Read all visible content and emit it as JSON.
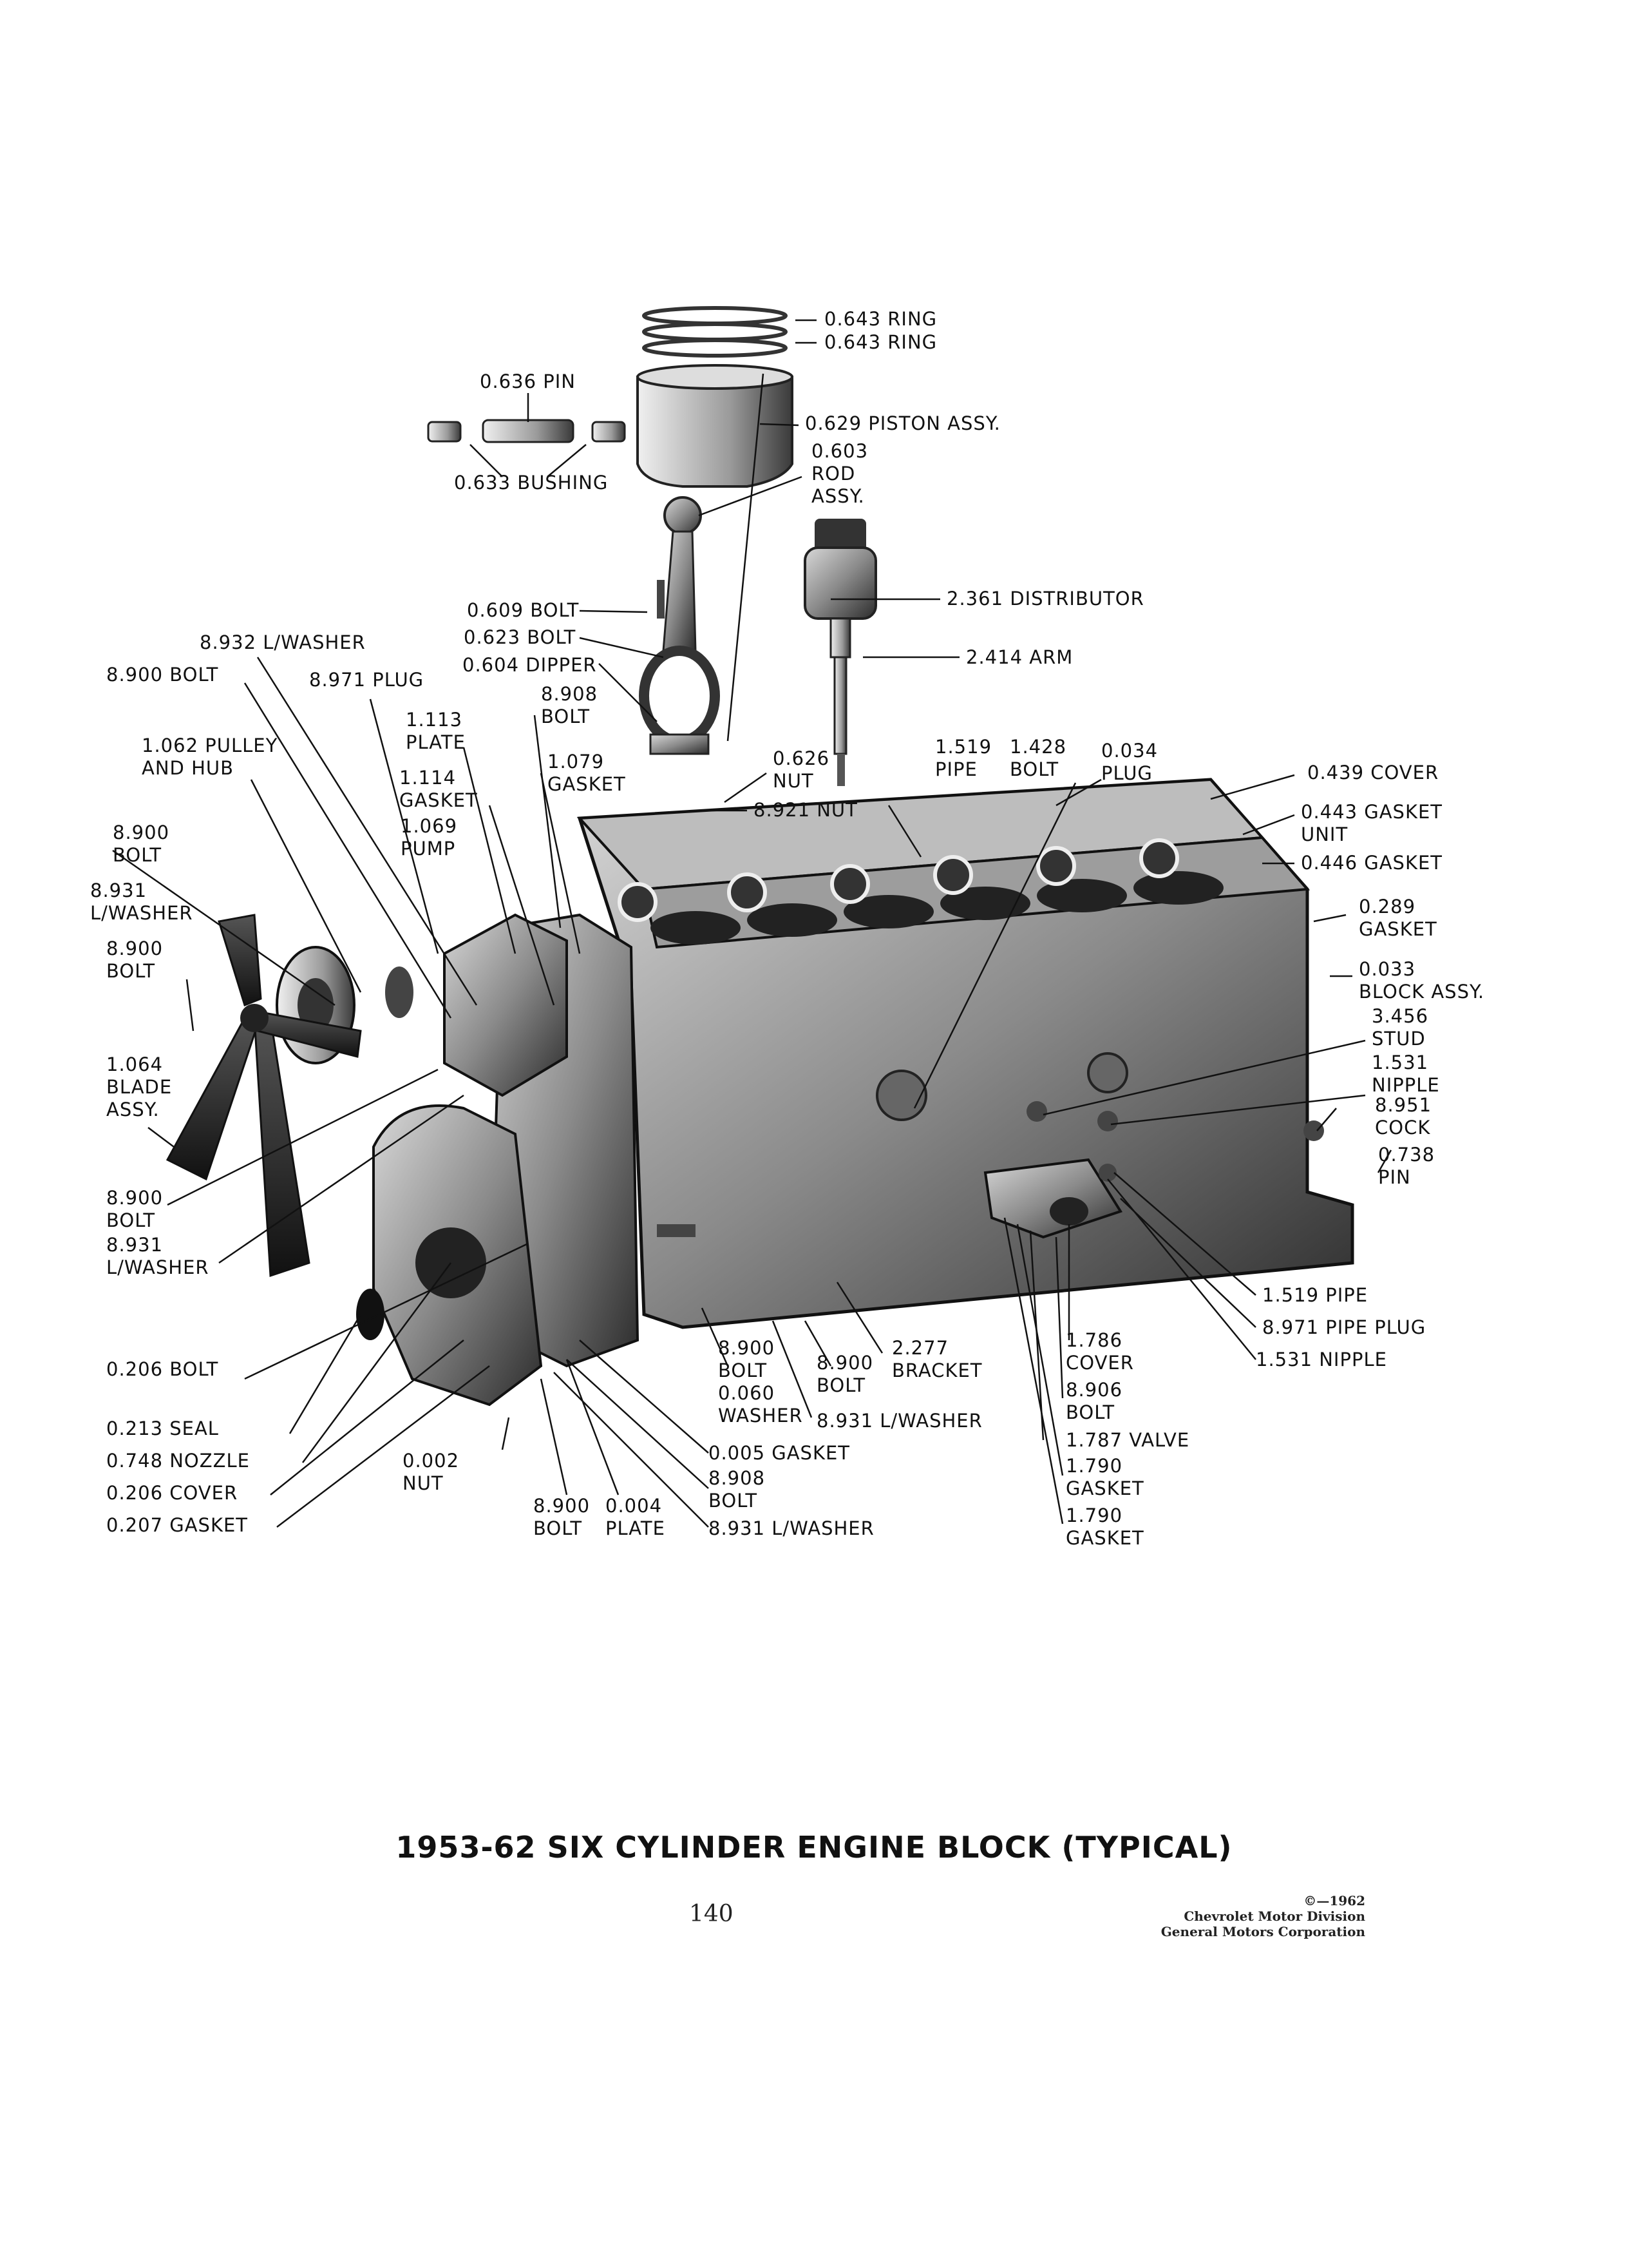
{
  "title": "1953-62 SIX CYLINDER ENGINE BLOCK (TYPICAL)",
  "page_number": "140",
  "copyright": [
    "©—1962",
    "Chevrolet Motor Division",
    "General Motors Corporation"
  ],
  "callouts": [
    {
      "id": "ring-1",
      "lines": [
        "0.643 RING"
      ]
    },
    {
      "id": "ring-2",
      "lines": [
        "0.643 RING"
      ]
    },
    {
      "id": "pin-636",
      "lines": [
        "0.636 PIN"
      ]
    },
    {
      "id": "piston-assy",
      "lines": [
        "0.629 PISTON ASSY."
      ]
    },
    {
      "id": "bushing",
      "lines": [
        "0.633 BUSHING"
      ]
    },
    {
      "id": "rod-assy",
      "lines": [
        "0.603",
        "ROD",
        "ASSY."
      ]
    },
    {
      "id": "distributor",
      "lines": [
        "2.361 DISTRIBUTOR"
      ]
    },
    {
      "id": "bolt-609",
      "lines": [
        "0.609 BOLT"
      ]
    },
    {
      "id": "bolt-623",
      "lines": [
        "0.623 BOLT"
      ]
    },
    {
      "id": "dipper",
      "lines": [
        "0.604 DIPPER"
      ]
    },
    {
      "id": "arm",
      "lines": [
        "2.414 ARM"
      ]
    },
    {
      "id": "lwasher-8932",
      "lines": [
        "8.932 L/WASHER"
      ]
    },
    {
      "id": "bolt-8900-top",
      "lines": [
        "8.900 BOLT"
      ]
    },
    {
      "id": "plug-8971",
      "lines": [
        "8.971 PLUG"
      ]
    },
    {
      "id": "bolt-8908-top",
      "lines": [
        "8.908",
        "BOLT"
      ]
    },
    {
      "id": "plate-1113",
      "lines": [
        "1.113",
        "PLATE"
      ]
    },
    {
      "id": "pulley-hub",
      "lines": [
        "1.062 PULLEY",
        "AND HUB"
      ]
    },
    {
      "id": "gasket-1079",
      "lines": [
        "1.079",
        "GASKET"
      ]
    },
    {
      "id": "nut-626",
      "lines": [
        "0.626",
        "NUT"
      ]
    },
    {
      "id": "pipe-1519-top",
      "lines": [
        "1.519",
        "PIPE"
      ]
    },
    {
      "id": "bolt-1428",
      "lines": [
        "1.428",
        "BOLT"
      ]
    },
    {
      "id": "plug-034",
      "lines": [
        "0.034",
        "PLUG"
      ]
    },
    {
      "id": "cover-439",
      "lines": [
        "0.439 COVER"
      ]
    },
    {
      "id": "gasket-1114",
      "lines": [
        "1.114",
        "GASKET"
      ]
    },
    {
      "id": "pump-1069",
      "lines": [
        "1.069",
        "PUMP"
      ]
    },
    {
      "id": "nut-8921",
      "lines": [
        "8.921 NUT"
      ]
    },
    {
      "id": "gasket-unit-443",
      "lines": [
        "0.443 GASKET",
        "UNIT"
      ]
    },
    {
      "id": "bolt-8900-left",
      "lines": [
        "8.900",
        "BOLT"
      ]
    },
    {
      "id": "gasket-446",
      "lines": [
        "0.446 GASKET"
      ]
    },
    {
      "id": "lwasher-8931-left",
      "lines": [
        "8.931",
        "L/WASHER"
      ]
    },
    {
      "id": "gasket-289",
      "lines": [
        "0.289",
        "GASKET"
      ]
    },
    {
      "id": "bolt-8900-left2",
      "lines": [
        "8.900",
        "BOLT"
      ]
    },
    {
      "id": "block-assy",
      "lines": [
        "0.033",
        "BLOCK ASSY."
      ]
    },
    {
      "id": "stud-3456",
      "lines": [
        "3.456",
        "STUD"
      ]
    },
    {
      "id": "blade-assy",
      "lines": [
        "1.064",
        "BLADE",
        "ASSY."
      ]
    },
    {
      "id": "nipple-1531-right",
      "lines": [
        "1.531",
        "NIPPLE"
      ]
    },
    {
      "id": "cock-8951",
      "lines": [
        "8.951",
        "COCK"
      ]
    },
    {
      "id": "pin-738",
      "lines": [
        "0.738",
        "PIN"
      ]
    },
    {
      "id": "bolt-8900-low",
      "lines": [
        "8.900",
        "BOLT"
      ]
    },
    {
      "id": "lwasher-8931-low",
      "lines": [
        "8.931",
        "L/WASHER"
      ]
    },
    {
      "id": "pipe-1519-low",
      "lines": [
        "1.519 PIPE"
      ]
    },
    {
      "id": "pipe-plug-8971",
      "lines": [
        "8.971 PIPE PLUG"
      ]
    },
    {
      "id": "bolt-206",
      "lines": [
        "0.206 BOLT"
      ]
    },
    {
      "id": "bolt-8900-base",
      "lines": [
        "8.900",
        "BOLT"
      ]
    },
    {
      "id": "bolt-8900-base2",
      "lines": [
        "8.900",
        "BOLT"
      ]
    },
    {
      "id": "bracket-2277",
      "lines": [
        "2.277",
        "BRACKET"
      ]
    },
    {
      "id": "cover-1786",
      "lines": [
        "1.786",
        "COVER"
      ]
    },
    {
      "id": "nipple-1531-low",
      "lines": [
        "1.531 NIPPLE"
      ]
    },
    {
      "id": "washer-060",
      "lines": [
        "0.060",
        "WASHER"
      ]
    },
    {
      "id": "lwasher-8931-base",
      "lines": [
        "8.931 L/WASHER"
      ]
    },
    {
      "id": "bolt-8906",
      "lines": [
        "8.906",
        "BOLT"
      ]
    },
    {
      "id": "seal-213",
      "lines": [
        "0.213 SEAL"
      ]
    },
    {
      "id": "valve-1787",
      "lines": [
        "1.787 VALVE"
      ]
    },
    {
      "id": "gasket-005",
      "lines": [
        "0.005 GASKET"
      ]
    },
    {
      "id": "nozzle-748",
      "lines": [
        "0.748 NOZZLE"
      ]
    },
    {
      "id": "nut-002",
      "lines": [
        "0.002",
        "NUT"
      ]
    },
    {
      "id": "gasket-1790-a",
      "lines": [
        "1.790",
        "GASKET"
      ]
    },
    {
      "id": "bolt-8908-low",
      "lines": [
        "8.908",
        "BOLT"
      ]
    },
    {
      "id": "cover-206",
      "lines": [
        "0.206 COVER"
      ]
    },
    {
      "id": "gasket-207",
      "lines": [
        "0.207 GASKET"
      ]
    },
    {
      "id": "bolt-8900-bottom",
      "lines": [
        "8.900",
        "BOLT"
      ]
    },
    {
      "id": "plate-004",
      "lines": [
        "0.004",
        "PLATE"
      ]
    },
    {
      "id": "lwasher-8931-bottom",
      "lines": [
        "8.931 L/WASHER"
      ]
    },
    {
      "id": "gasket-1790-b",
      "lines": [
        "1.790",
        "GASKET"
      ]
    }
  ]
}
